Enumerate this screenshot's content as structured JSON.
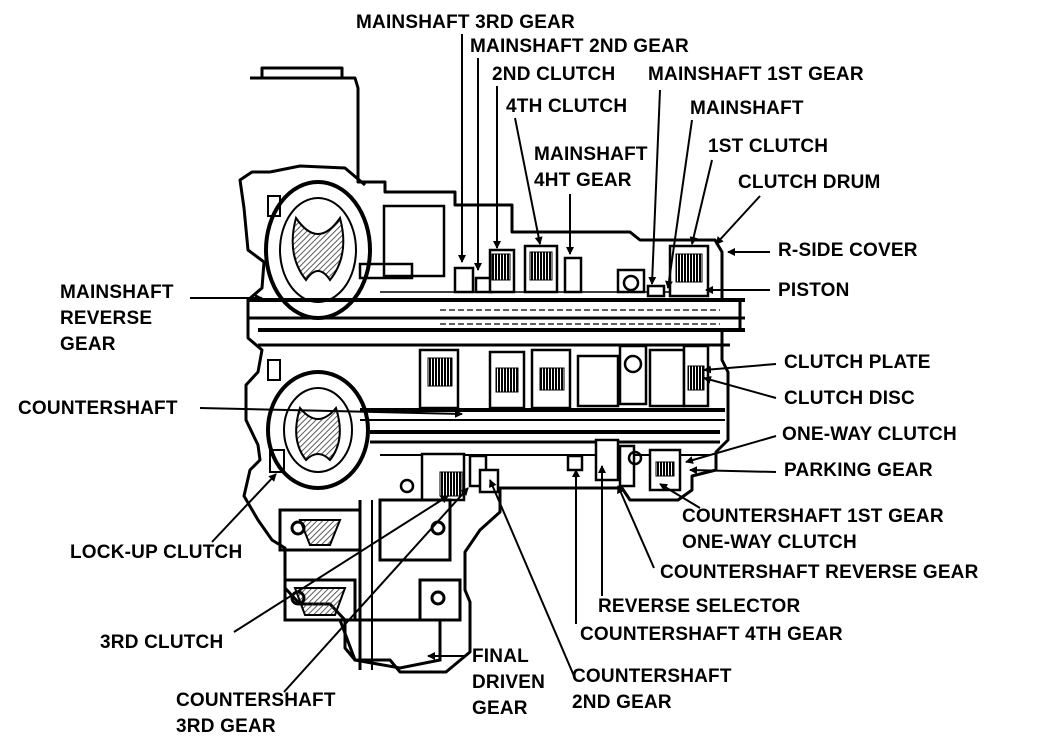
{
  "diagram": {
    "labels": {
      "mainshaft_3rd_gear": "MAINSHAFT 3RD GEAR",
      "mainshaft_2nd_gear": "MAINSHAFT 2ND GEAR",
      "clutch_2nd": "2ND CLUTCH",
      "mainshaft_1st_gear": "MAINSHAFT 1ST GEAR",
      "clutch_4th": "4TH CLUTCH",
      "mainshaft": "MAINSHAFT",
      "mainshaft_4ht_gear": "MAINSHAFT\n4HT GEAR",
      "clutch_1st": "1ST CLUTCH",
      "clutch_drum": "CLUTCH DRUM",
      "r_side_cover": "R-SIDE COVER",
      "piston": "PISTON",
      "mainshaft_reverse_gear": "MAINSHAFT\nREVERSE\nGEAR",
      "clutch_plate": "CLUTCH PLATE",
      "clutch_disc": "CLUTCH DISC",
      "countershaft": "COUNTERSHAFT",
      "one_way_clutch": "ONE-WAY CLUTCH",
      "parking_gear": "PARKING GEAR",
      "countershaft_1st_gear_one_way_clutch": "COUNTERSHAFT 1ST GEAR\nONE-WAY CLUTCH",
      "lock_up_clutch": "LOCK-UP CLUTCH",
      "countershaft_reverse_gear": "COUNTERSHAFT REVERSE GEAR",
      "reverse_selector": "REVERSE SELECTOR",
      "clutch_3rd": "3RD CLUTCH",
      "countershaft_4th_gear": "COUNTERSHAFT 4TH GEAR",
      "final_driven_gear": "FINAL\nDRIVEN\nGEAR",
      "countershaft_2nd_gear": "COUNTERSHAFT\n2ND GEAR",
      "countershaft_3rd_gear": "COUNTERSHAFT\n3RD GEAR"
    },
    "colors": {
      "ink": "#000000",
      "paper": "#ffffff",
      "hatch": "#555555"
    }
  }
}
